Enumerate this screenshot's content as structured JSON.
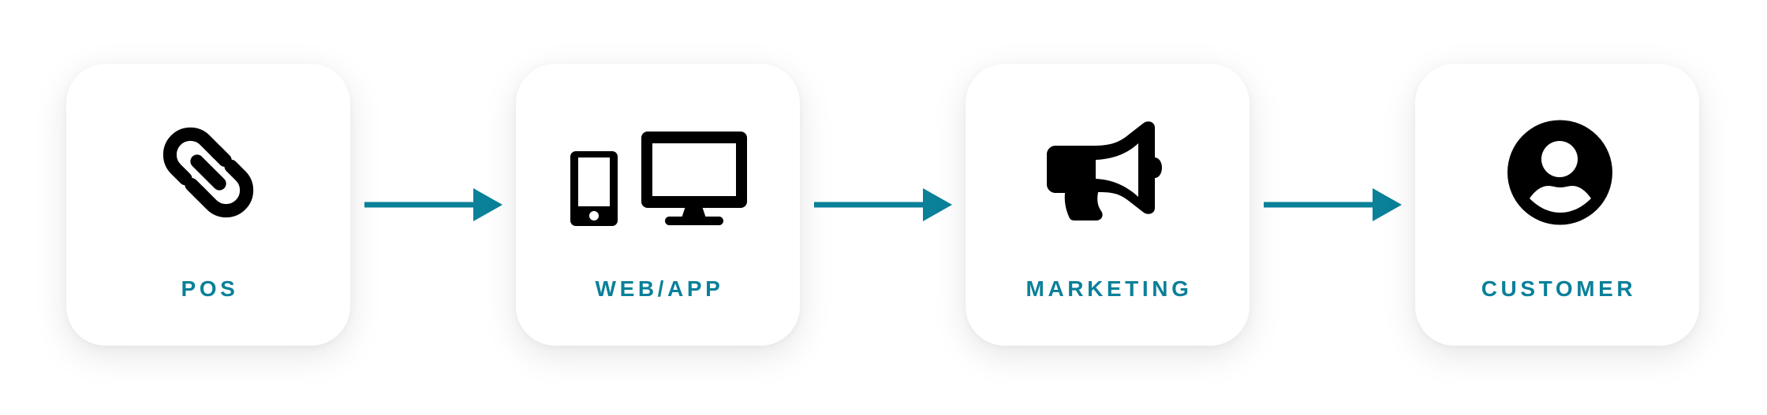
{
  "diagram": {
    "type": "flow",
    "accent_color": "#0a8099",
    "icon_color": "#000000",
    "steps": [
      {
        "label": "POS",
        "icon": "link-icon"
      },
      {
        "label": "WEB/APP",
        "icon": "devices-icon"
      },
      {
        "label": "MARKETING",
        "icon": "megaphone-icon"
      },
      {
        "label": "CUSTOMER",
        "icon": "user-circle-icon"
      }
    ],
    "connectors": [
      {
        "from": "POS",
        "to": "WEB/APP",
        "icon": "arrow-right-icon"
      },
      {
        "from": "WEB/APP",
        "to": "MARKETING",
        "icon": "arrow-right-icon"
      },
      {
        "from": "MARKETING",
        "to": "CUSTOMER",
        "icon": "arrow-right-icon"
      }
    ]
  }
}
